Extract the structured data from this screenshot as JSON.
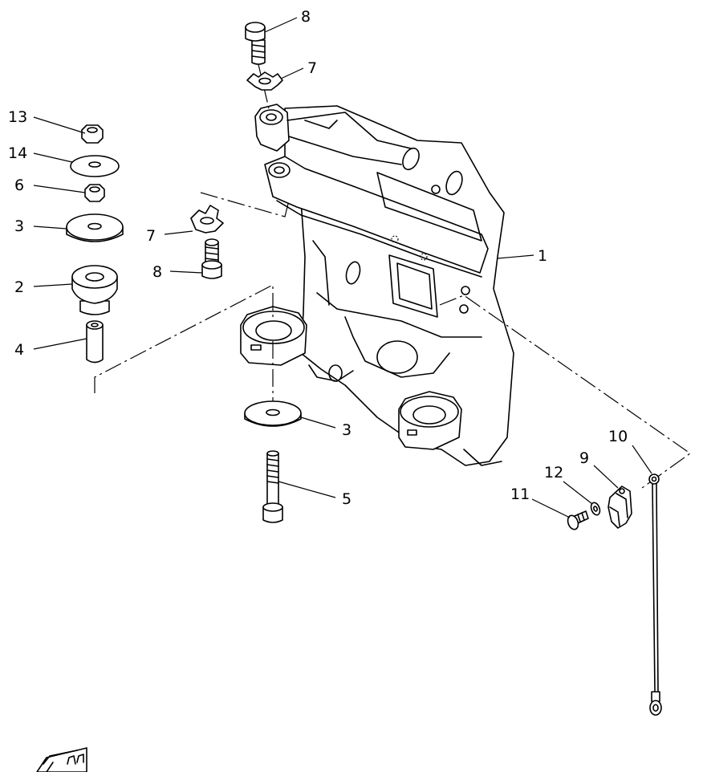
{
  "callouts": [
    {
      "id": "c1",
      "text": "1"
    },
    {
      "id": "c2",
      "text": "2"
    },
    {
      "id": "c3a",
      "text": "3"
    },
    {
      "id": "c3b",
      "text": "3"
    },
    {
      "id": "c4",
      "text": "4"
    },
    {
      "id": "c5",
      "text": "5"
    },
    {
      "id": "c6",
      "text": "6"
    },
    {
      "id": "c7a",
      "text": "7"
    },
    {
      "id": "c7b",
      "text": "7"
    },
    {
      "id": "c8a",
      "text": "8"
    },
    {
      "id": "c8b",
      "text": "8"
    },
    {
      "id": "c9",
      "text": "9"
    },
    {
      "id": "c10",
      "text": "10"
    },
    {
      "id": "c11",
      "text": "11"
    },
    {
      "id": "c12",
      "text": "12"
    },
    {
      "id": "c13",
      "text": "13"
    },
    {
      "id": "c14",
      "text": "14"
    }
  ],
  "colors": {
    "line": "#000000",
    "background": "#ffffff"
  },
  "icons": {
    "corner_logo": "book-with-hand-icon"
  }
}
